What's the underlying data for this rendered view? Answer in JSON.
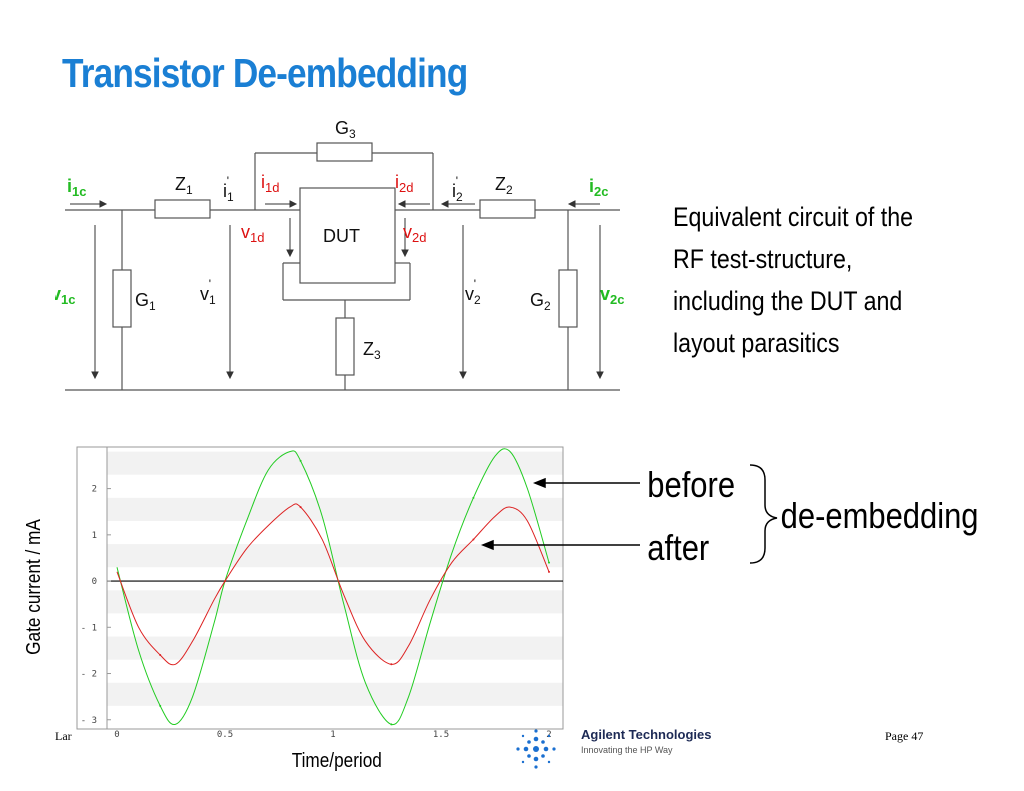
{
  "title": "Transistor De-embedding",
  "description": [
    "Equivalent circuit of the",
    "RF test-structure,",
    "including the DUT and",
    "layout parasitics"
  ],
  "circuit": {
    "dut": "DUT",
    "g3": "G",
    "g3_sub": "3",
    "z1": "Z",
    "z1_sub": "1",
    "z2": "Z",
    "z2_sub": "2",
    "z3": "Z",
    "z3_sub": "3",
    "g1": "G",
    "g1_sub": "1",
    "g2": "G",
    "g2_sub": "2",
    "i1p": "i",
    "i1p_sub": "1",
    "i1p_sup": "'",
    "i2p": "i",
    "i2p_sub": "2",
    "i2p_sup": "'",
    "v1p": "v",
    "v1p_sub": "1",
    "v1p_sup": "'",
    "v2p": "v",
    "v2p_sub": "2",
    "v2p_sup": "'",
    "i1c": "i",
    "i1c_sub": "1c",
    "i2c": "i",
    "i2c_sub": "2c",
    "v1c": "v",
    "v1c_sub": "1c",
    "v2c": "v",
    "v2c_sub": "2c",
    "i1d": "i",
    "i1d_sub": "1d",
    "i2d": "i",
    "i2d_sub": "2d",
    "v1d": "v",
    "v1d_sub": "1d",
    "v2d": "v",
    "v2d_sub": "2d",
    "colors": {
      "correction": "#22bb22",
      "device": "#dd1111"
    }
  },
  "chart_data": {
    "type": "line",
    "ylabel": "Gate current / mA",
    "xlabel": "Time/period",
    "xlim": [
      0,
      2
    ],
    "ylim": [
      -3.2,
      2.9
    ],
    "xticks": [
      "0",
      "0.5",
      "1",
      "1.5",
      "2"
    ],
    "yticks": [
      "2",
      "1",
      "0",
      "- 1",
      "- 2",
      "- 3"
    ],
    "grid": "horizontal-bands",
    "series": [
      {
        "name": "before",
        "color": "#22cc22",
        "x": [
          0.0,
          0.1,
          0.2,
          0.27,
          0.35,
          0.45,
          0.5,
          0.6,
          0.7,
          0.8,
          0.85,
          0.95,
          1.05,
          1.15,
          1.27,
          1.35,
          1.45,
          1.55,
          1.65,
          1.75,
          1.82,
          1.9,
          2.0
        ],
        "y": [
          0.3,
          -1.5,
          -2.7,
          -3.1,
          -2.5,
          -0.9,
          0.0,
          1.3,
          2.4,
          2.8,
          2.6,
          1.4,
          -0.5,
          -2.2,
          -3.1,
          -2.5,
          -0.9,
          0.6,
          1.8,
          2.7,
          2.8,
          2.0,
          0.4
        ]
      },
      {
        "name": "after",
        "color": "#dd2222",
        "x": [
          0.0,
          0.1,
          0.2,
          0.27,
          0.35,
          0.45,
          0.5,
          0.6,
          0.7,
          0.8,
          0.85,
          0.95,
          1.05,
          1.15,
          1.27,
          1.35,
          1.45,
          1.55,
          1.65,
          1.75,
          1.82,
          1.9,
          2.0
        ],
        "y": [
          0.2,
          -1.0,
          -1.6,
          -1.8,
          -1.3,
          -0.4,
          0.0,
          0.7,
          1.2,
          1.6,
          1.6,
          0.9,
          -0.3,
          -1.3,
          -1.8,
          -1.4,
          -0.4,
          0.4,
          0.9,
          1.4,
          1.6,
          1.3,
          0.2
        ]
      }
    ],
    "annotations": {
      "before": "before",
      "after": "after",
      "group": "de-embedding"
    }
  },
  "footer": {
    "left": "Lar",
    "page": "Page 47"
  },
  "logo": {
    "brand": "Agilent Technologies",
    "tagline": "Innovating the HP Way"
  }
}
